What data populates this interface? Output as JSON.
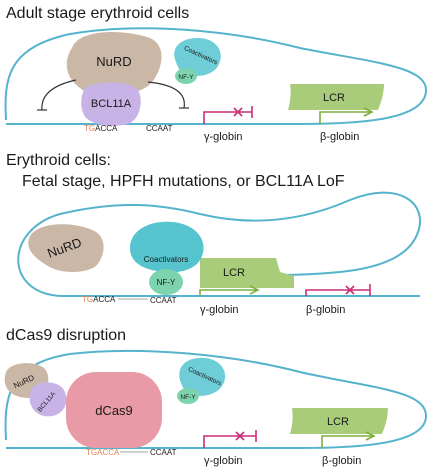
{
  "colors": {
    "dna": "#55b4cc",
    "nurd": "#cbb7a6",
    "bcl11a": "#c7b3e6",
    "coactivators": "#55c4cf",
    "nfy": "#7dd3ad",
    "lcr": "#a8cc7a",
    "repressed_arrow": "#cc2f77",
    "active_arrow": "#7cae3c",
    "dcas9": "#e89aa6",
    "tgacca_orange": "#e87d4e",
    "text": "#1a1a1a"
  },
  "panel1": {
    "title": "Adult stage erythroid cells",
    "nurd": "NuRD",
    "bcl11a": "BCL11A",
    "coactivators": "Coactivators",
    "nfy": "NF-Y",
    "motif_tg": "TG",
    "motif_acca": "ACCA",
    "ccaat": "CCAAT",
    "lcr": "LCR",
    "gamma": "γ-globin",
    "beta": "β-globin",
    "gamma_state": "repressed",
    "beta_state": "active"
  },
  "panel2": {
    "title_line1": "Erythroid cells:",
    "title_line2": "Fetal stage, HPFH mutations, or BCL11A LoF",
    "nurd": "NuRD",
    "coactivators": "Coactivators",
    "nfy": "NF-Y",
    "lcr": "LCR",
    "motif_tg": "TG",
    "motif_acca": "ACCA",
    "ccaat": "CCAAT",
    "gamma": "γ-globin",
    "beta": "β-globin",
    "gamma_state": "active",
    "beta_state": "repressed"
  },
  "panel3": {
    "title": "dCas9 disruption",
    "nurd": "NuRD",
    "bcl11a": "BCL11A",
    "dcas9": "dCas9",
    "coactivators": "Coactivators",
    "nfy": "NF-Y",
    "lcr": "LCR",
    "motif_tg": "TG",
    "motif_acca": "ACCA",
    "ccaat": "CCAAT",
    "gamma": "γ-globin",
    "beta": "β-globin",
    "gamma_state": "repressed",
    "beta_state": "active"
  }
}
